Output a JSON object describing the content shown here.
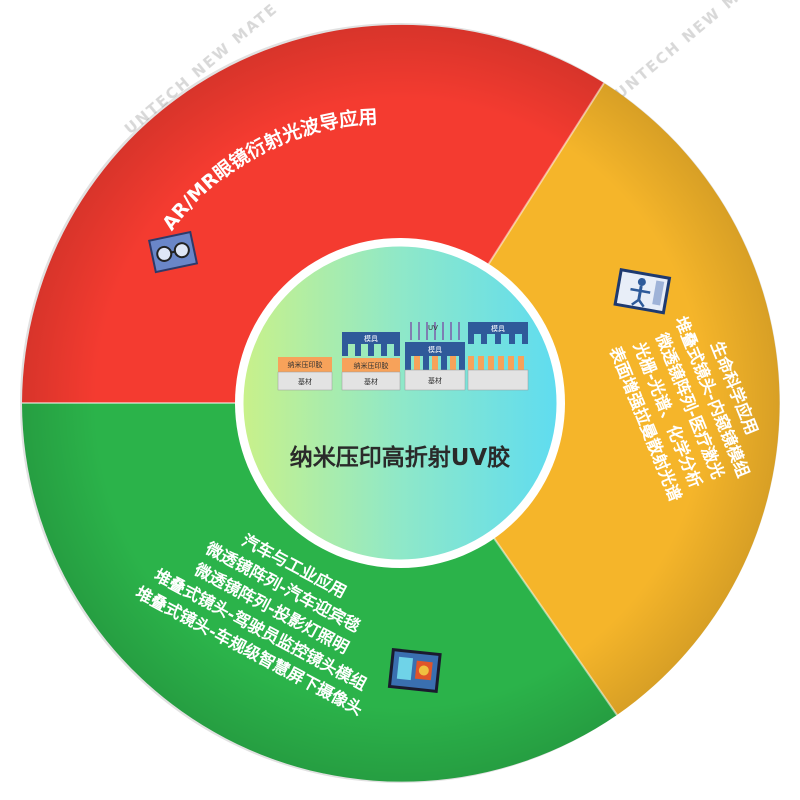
{
  "watermark": "UNTECH NEW MATE",
  "center": {
    "title": "纳米压印高折射UV胶",
    "step_labels": {
      "glue": "纳米压印胶",
      "substrate": "基材",
      "mold": "模具",
      "uv": "UV"
    }
  },
  "segments": {
    "red": {
      "color": "#f43b30",
      "title": "AR/MR眼镜衍射光波导应用",
      "icon": "ar-glasses-icon"
    },
    "yellow": {
      "color": "#f5b52a",
      "lines": [
        "生命科学应用",
        "堆叠式镜头-内窥镜模组",
        "微透镜阵列-医疗激光",
        "光栅-光谱、化学分析",
        "表面增强拉曼散射光谱"
      ],
      "icon": "medical-scan-icon"
    },
    "green": {
      "color": "#2bb34a",
      "lines": [
        "汽车与工业应用",
        "微透镜阵列-汽车迎宾毯",
        "微透镜阵列-投影灯照明",
        "堆叠式镜头-驾驶员监控镜头模组",
        "堆叠式镜头-车规级智慧屏下摄像头"
      ],
      "icon": "automotive-camera-icon"
    }
  }
}
